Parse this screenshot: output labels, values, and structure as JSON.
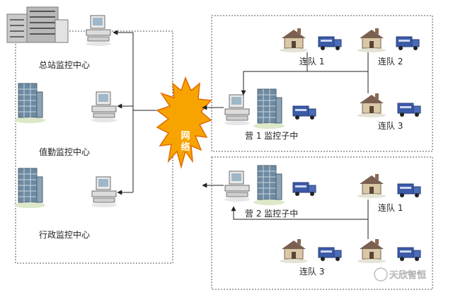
{
  "left_panel": {
    "nodes": [
      {
        "label": "总站监控中心",
        "icon": "office-building-icon"
      },
      {
        "label": "值勤监控中心",
        "icon": "tower-building-icon"
      },
      {
        "label": "行政监控中心",
        "icon": "tower-building-icon"
      }
    ]
  },
  "network": {
    "label_line1": "网",
    "label_line2": "络"
  },
  "top_group": {
    "sub_center": "营 1 监控子中",
    "units": [
      "连队 1",
      "连队 2",
      "连队 3"
    ]
  },
  "bottom_group": {
    "sub_center": "营 2 监控子中",
    "units": [
      "连队 1",
      "连队 3"
    ]
  },
  "watermark": "天欣智恒",
  "colors": {
    "burst_fill": "#f7a400",
    "burst_stroke": "#e06a00",
    "network_text": "#ffffff",
    "vehicle_body": "#3b5aa8",
    "house_roof": "#7a6050",
    "house_wall": "#d9c7a6",
    "building_glass": "#6d8aa0"
  }
}
